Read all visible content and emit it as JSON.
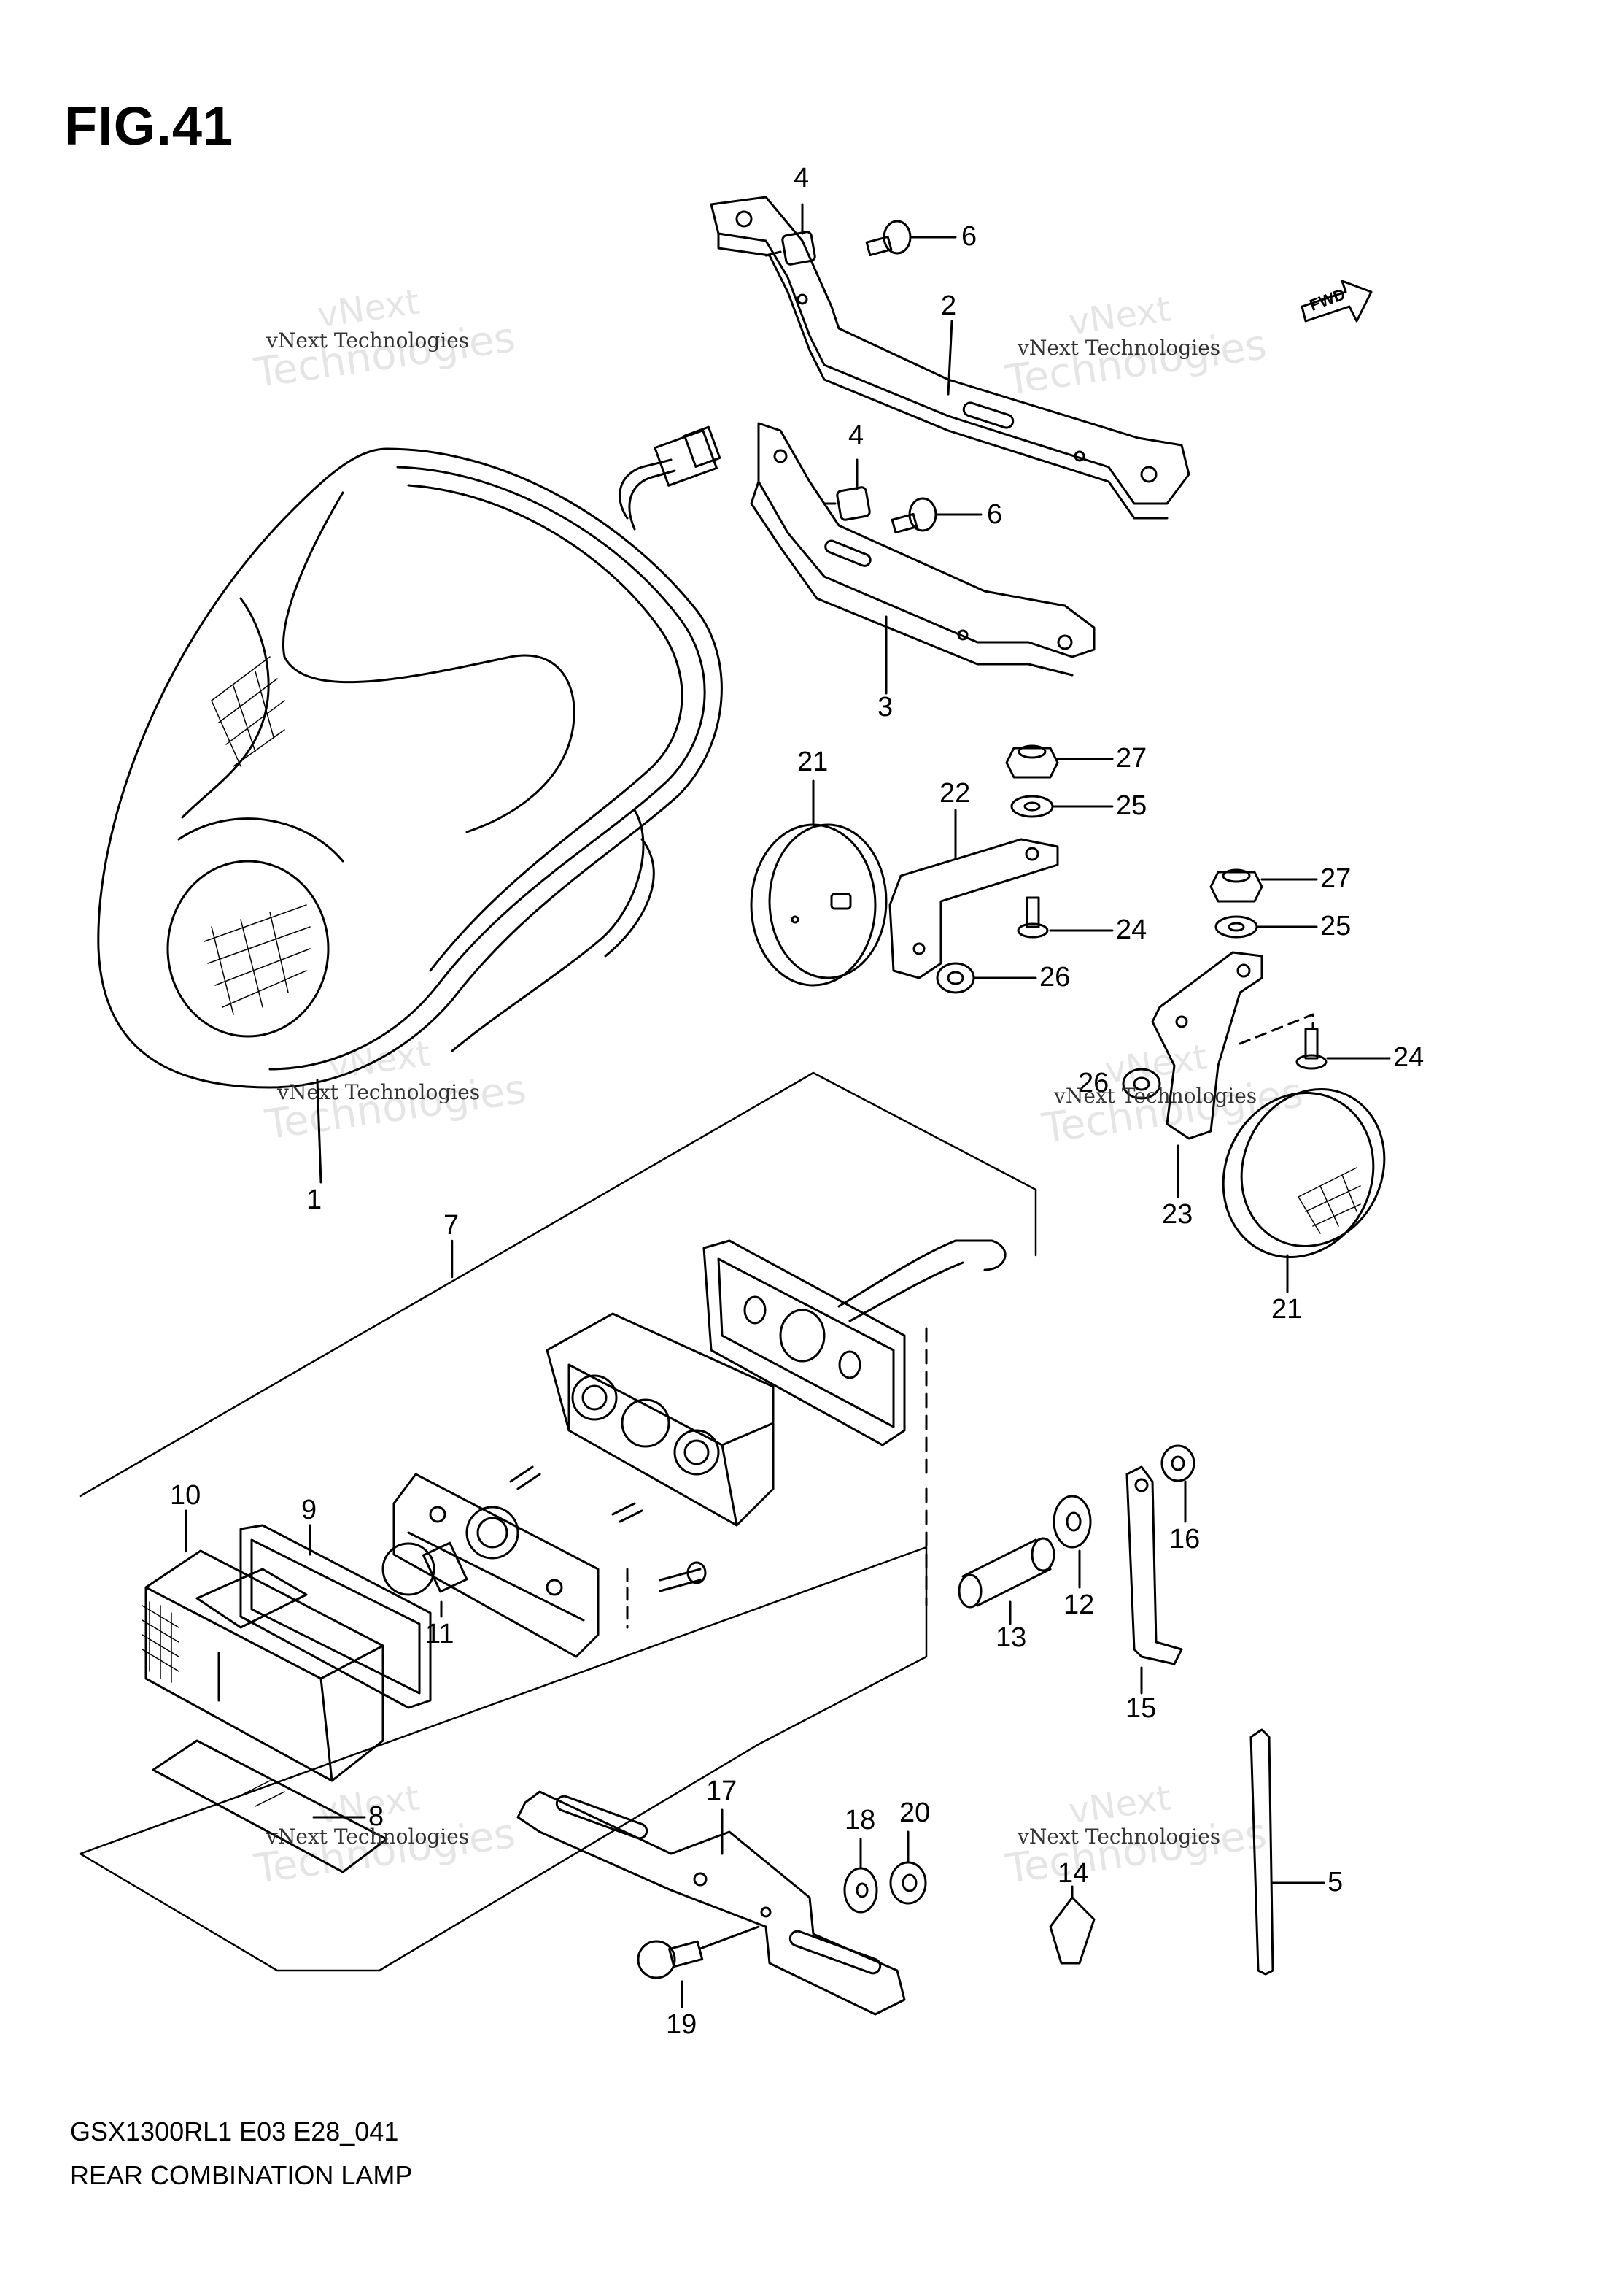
{
  "figure": {
    "title": "FIG.41",
    "model_code": "GSX1300RL1 E03 E28_041",
    "name": "REAR COMBINATION LAMP",
    "fwd_badge": "FWD"
  },
  "watermark": {
    "line_small": "vNext Technologies",
    "line_large": "Technologies",
    "line_top": "vNext"
  },
  "callouts": [
    "1",
    "2",
    "3",
    "4",
    "4",
    "5",
    "6",
    "6",
    "7",
    "8",
    "9",
    "10",
    "11",
    "12",
    "13",
    "14",
    "15",
    "16",
    "17",
    "18",
    "19",
    "20",
    "21",
    "21",
    "22",
    "23",
    "24",
    "24",
    "25",
    "25",
    "26",
    "26",
    "27",
    "27"
  ]
}
